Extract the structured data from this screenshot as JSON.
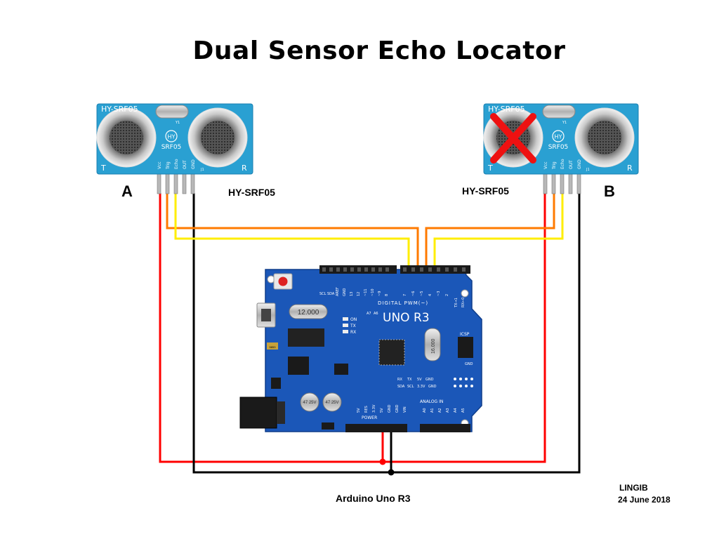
{
  "title": "Dual Sensor Echo Locator",
  "sensor_a": {
    "letter": "A",
    "model_label": "HY-SRF05",
    "silk_top": "HY-SRF05",
    "logo": "HY",
    "silk_model": "SRF05",
    "pins": [
      "Vcc",
      "Trig",
      "Echo",
      "OUT",
      "GND"
    ],
    "corner_t": "T",
    "corner_r": "R",
    "crystal": "Y1",
    "j1": "J1"
  },
  "sensor_b": {
    "letter": "B",
    "model_label": "HY-SRF05",
    "silk_top": "HY-SRF05",
    "logo": "HY",
    "silk_model": "SRF05",
    "pins": [
      "Vcc",
      "Trig",
      "Echo",
      "OUT",
      "GND"
    ],
    "corner_t": "T",
    "corner_r": "R",
    "crystal": "Y1",
    "j1": "J1"
  },
  "arduino": {
    "caption": "Arduino Uno R3",
    "board_text": "UNO R3",
    "digital_label": "DIGITAL PWM(~)",
    "crystal_text": "12.000",
    "crystal2_text": "16.000",
    "leds": [
      "ON",
      "TX",
      "RX"
    ],
    "top_pins": [
      "SCL",
      "SDA",
      "AREF",
      "GND",
      "13",
      "12",
      "~11",
      "~10",
      "~9",
      "8",
      "7",
      "~6",
      "~5",
      "4",
      "~3",
      "2",
      "TX→1",
      "RX←0"
    ],
    "analog_small": [
      "A7",
      "A6"
    ],
    "power_label": "POWER",
    "power_pins": [
      "5V",
      "RES",
      "3.3V",
      "5V",
      "GND",
      "GND",
      "VIN"
    ],
    "analog_label": "ANALOG IN",
    "analog_pins": [
      "A0",
      "A1",
      "A2",
      "A3",
      "A4",
      "A5"
    ],
    "serial_row1": [
      "RX",
      "TX",
      "5V",
      "GND"
    ],
    "serial_row2": [
      "SDA",
      "SCL",
      "3.3V",
      "GND"
    ],
    "icsp": "ICSP",
    "gnd_mark": "GND",
    "cap_text": "47 25V",
    "reg_text": "5853"
  },
  "author": "LINGIB",
  "date": "24 June 2018",
  "colors": {
    "board_blue": "#1b57b8",
    "sensor_blue": "#2aa0d2",
    "wire_red": "#ff0000",
    "wire_orange": "#ff7a00",
    "wire_yellow": "#ffee00",
    "wire_black": "#000000",
    "cross_red": "#ee1111"
  }
}
